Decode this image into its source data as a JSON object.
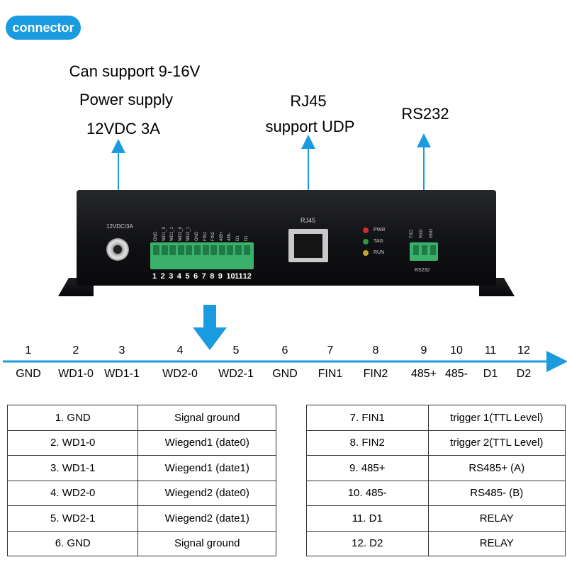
{
  "badge": "connector",
  "annotations": {
    "power": [
      "Can support 9-16V",
      "Power supply",
      "12VDC 3A"
    ],
    "rj45": [
      "RJ45",
      "support UDP"
    ],
    "rs232": "RS232"
  },
  "device": {
    "dc_label": "12VDC/3A",
    "rj45_label": "RJ45",
    "terminal_pin_labels": [
      "GND",
      "WD1_0",
      "WD1_1",
      "WD2_0",
      "WD2_1",
      "GND",
      "FIN1",
      "FIN2",
      "485+",
      "485-",
      "D1",
      "D1"
    ],
    "terminal_numbers": [
      "1",
      "2",
      "3",
      "4",
      "5",
      "6",
      "7",
      "8",
      "9",
      "10",
      "11",
      "12"
    ],
    "leds": [
      {
        "label": "PWR",
        "color": "#d22b2b"
      },
      {
        "label": "TAG",
        "color": "#2f9a3a"
      },
      {
        "label": "RUN",
        "color": "#c9a227"
      }
    ],
    "rs232_pins": [
      "TXD",
      "RXD",
      "GND"
    ],
    "rs232_label": "RS232"
  },
  "pin_row": {
    "numbers": [
      "1",
      "2",
      "3",
      "4",
      "5",
      "6",
      "7",
      "8",
      "9",
      "10",
      "11",
      "12"
    ],
    "labels": [
      "GND",
      "WD1-0",
      "WD1-1",
      "WD2-0",
      "WD2-1",
      "GND",
      "FIN1",
      "FIN2",
      "485+",
      "485-",
      "D1",
      "D2"
    ]
  },
  "colors": {
    "accent": "#1a9be0",
    "terminal_green": "#3bb06a"
  },
  "table_left": [
    [
      "1. GND",
      "Signal ground"
    ],
    [
      "2. WD1-0",
      "Wiegend1 (date0)"
    ],
    [
      "3. WD1-1",
      "Wiegend1 (date1)"
    ],
    [
      "4. WD2-0",
      "Wiegend2 (date0)"
    ],
    [
      "5. WD2-1",
      "Wiegend2 (date1)"
    ],
    [
      "6. GND",
      "Signal ground"
    ]
  ],
  "table_right": [
    [
      "7. FIN1",
      "trigger 1(TTL Level)"
    ],
    [
      "8. FIN2",
      "trigger 2(TTL Level)"
    ],
    [
      "9. 485+",
      "RS485+ (A)"
    ],
    [
      "10. 485-",
      "RS485- (B)"
    ],
    [
      "11. D1",
      "RELAY"
    ],
    [
      "12. D2",
      "RELAY"
    ]
  ]
}
